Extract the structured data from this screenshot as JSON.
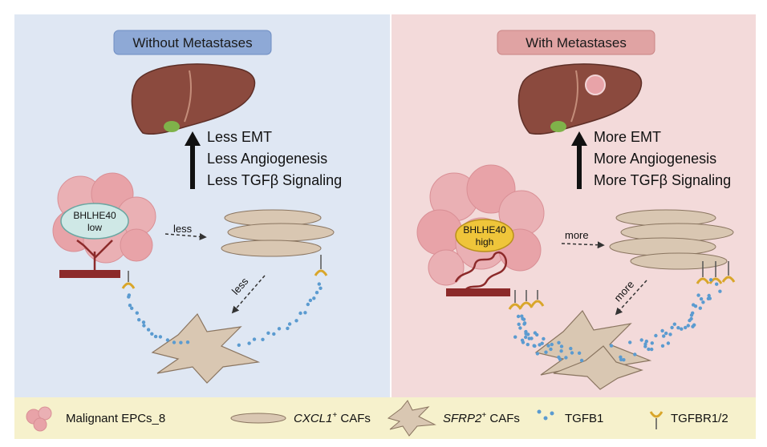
{
  "panels": {
    "left": {
      "title": "Without Metastases",
      "effects": [
        "Less EMT",
        "Less Angiogenesis",
        "Less TGFβ Signaling"
      ],
      "marker": {
        "gene": "BHLHE40",
        "level": "low"
      },
      "flow1": "less",
      "flow2": "less"
    },
    "right": {
      "title": "With Metastases",
      "effects": [
        "More EMT",
        "More Angiogenesis",
        "More TGFβ Signaling"
      ],
      "marker": {
        "gene": "BHLHE40",
        "level": "high"
      },
      "flow1": "more",
      "flow2": "more"
    }
  },
  "legend": {
    "item1": "Malignant EPCs_8",
    "item2_gene": "CXCL1",
    "item2_sup": "+",
    "item2_rest": " CAFs",
    "item3_gene": "SFRP2",
    "item3_sup": "+",
    "item3_rest": " CAFs",
    "item4": "TGFB1",
    "item5": "TGFBR1/2"
  },
  "colors": {
    "left_bg": "#dfe7f3",
    "right_bg": "#f3dada",
    "legend_bg": "#f6f1cc",
    "left_title_bg": "#8ea9d6",
    "right_title_bg": "#e0a3a3",
    "liver": "#8b4a3e",
    "tumor": "#e8a3a8",
    "caf": "#d9c7b2",
    "vessel": "#8c2a2a",
    "tgfb1": "#5b9bd0",
    "receptor": "#d9a62a"
  }
}
